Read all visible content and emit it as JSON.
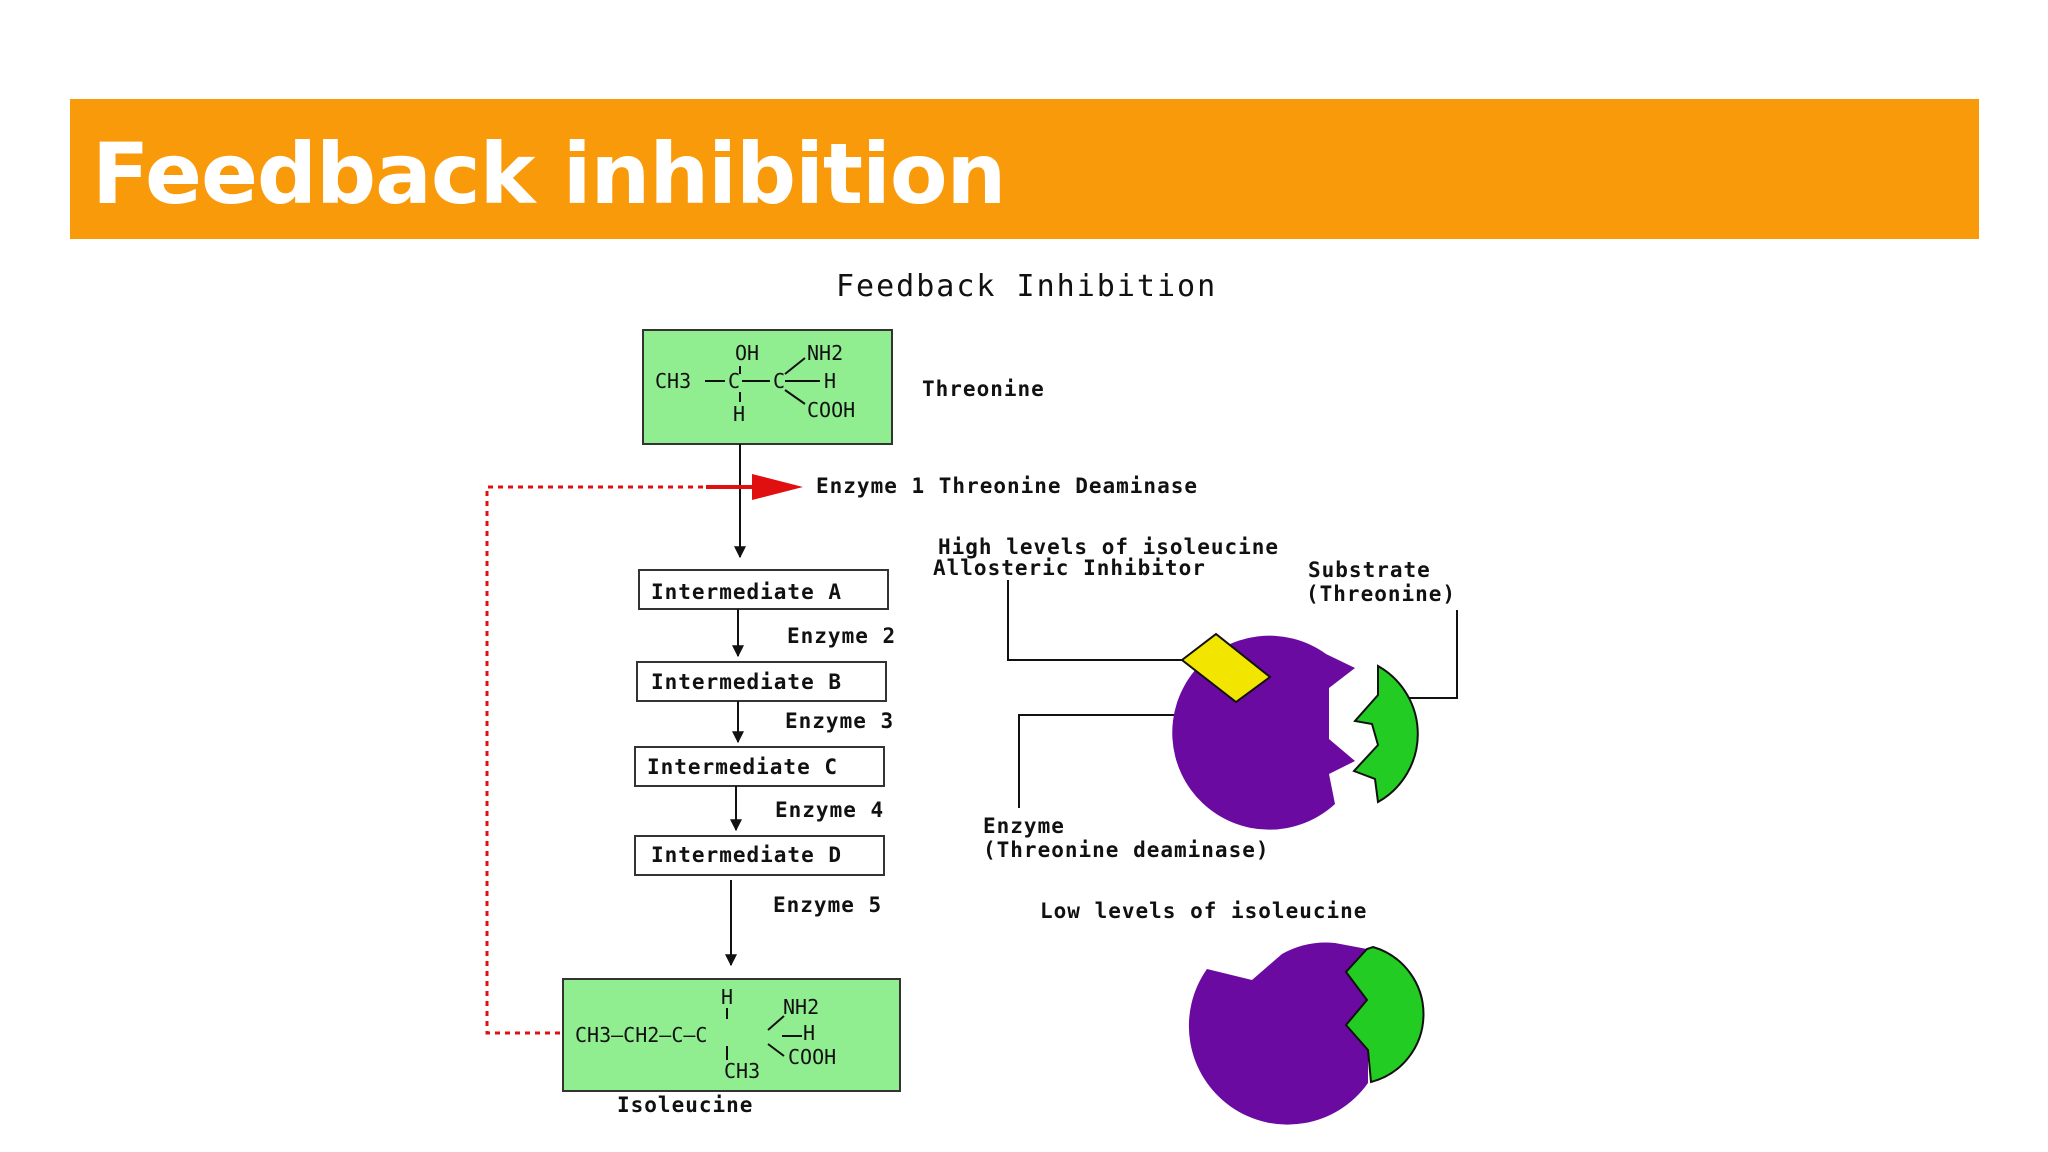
{
  "slide": {
    "title": "Feedback inhibition"
  },
  "figure": {
    "title": "Feedback Inhibition",
    "threonine": {
      "label": "Threonine",
      "formula": {
        "oh": "OH",
        "nh2": "NH2",
        "ch3": "CH3",
        "h_right": "H",
        "h_bottom": "H",
        "cooh": "COOH"
      }
    },
    "enzyme1_label": "Enzyme 1 Threonine Deaminase",
    "steps": [
      {
        "intermediate": "Intermediate A",
        "enzyme": "Enzyme 2"
      },
      {
        "intermediate": "Intermediate B",
        "enzyme": "Enzyme 3"
      },
      {
        "intermediate": "Intermediate C",
        "enzyme": "Enzyme 4"
      },
      {
        "intermediate": "Intermediate D",
        "enzyme": "Enzyme 5"
      }
    ],
    "isoleucine": {
      "label": "Isoleucine",
      "formula": {
        "h_top": "H",
        "nh2": "NH2",
        "chain": "CH3—CH2—C—C",
        "h_right": "H",
        "cooh": "COOH",
        "ch3": "CH3"
      }
    },
    "high_levels_label": "High levels of isoleucine",
    "allosteric_label": "Allosteric Inhibitor",
    "substrate_label": "Substrate",
    "substrate_sub_label": "(Threonine)",
    "enzyme_label": "Enzyme",
    "enzyme_sub_label": "(Threonine deaminase)",
    "low_levels_label": "Low levels of isoleucine",
    "colors": {
      "title_bar": "#f99a0a",
      "molecule_box": "#90ee90",
      "enzyme": "#6a0aa0",
      "substrate": "#22cc22",
      "inhibitor": "#f2e600",
      "feedback_arrow": "#e01010"
    }
  }
}
